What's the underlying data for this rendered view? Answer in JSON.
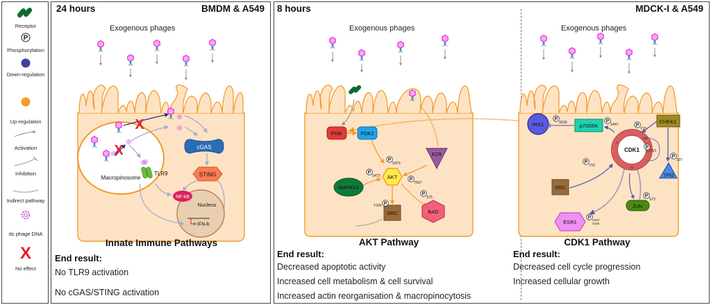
{
  "legend": {
    "items": [
      {
        "icon": "receptor-icon",
        "label": "Receptor"
      },
      {
        "icon": "phosphorylation-icon",
        "label": "Phosphorylation",
        "glyph": "P"
      },
      {
        "icon": "down-regulation-icon",
        "label": "Down-regulation",
        "color": "#3f3fa0"
      },
      {
        "icon": "up-regulation-icon",
        "label": "Up-regulation",
        "color": "#f39a2b"
      },
      {
        "icon": "activation-arrow-icon",
        "label": "Activation"
      },
      {
        "icon": "inhibition-icon",
        "label": "Inhibition"
      },
      {
        "icon": "indirect-pathway-icon",
        "label": "Indirect pathway"
      },
      {
        "icon": "phage-dna-icon",
        "label": "ds phage DNA"
      },
      {
        "icon": "no-effect-icon",
        "label": "No effect",
        "glyph": "X",
        "color": "#e0202a"
      }
    ]
  },
  "panel_a": {
    "time": "24 hours",
    "cells": "BMDM & A549",
    "subtitle": "Exogenous phages",
    "nodes": {
      "macropinosome": "Macropinosome",
      "tlr9": "TLR9",
      "cgas": "cGAS",
      "sting": "STING",
      "nfkb": "NF-kB",
      "nucleus": "Nucleus",
      "ifnb": "IFN-b"
    },
    "pathway_name": "Innate Immune Pathways",
    "end_result_label": "End result:",
    "results": [
      "No TLR9 activation",
      "No cGAS/STING activation"
    ]
  },
  "panel_b": {
    "time": "8 hours",
    "cells": "MDCK-I & A549",
    "akt": {
      "subtitle": "Exogenous phages",
      "nodes": {
        "pi3k": "PI3K",
        "pdk1": "PDK1",
        "akt": "AKT",
        "ezr": "EZR",
        "mapk14": "MAPK14",
        "src": "SRC",
        "bad": "BAD"
      },
      "sites": {
        "pdk1_akt": "S473",
        "mapk14_akt": "S473",
        "ezr_akt": "T567",
        "bad": "S75",
        "src": "Y326"
      },
      "pathway_name": "AKT Pathway",
      "end_result_label": "End result:",
      "results": [
        "Decreased apoptotic activity",
        "Increased cell metabolism & cell survival",
        "Increased actin reorganisation & macropinocytosis"
      ]
    },
    "cdk1": {
      "subtitle": "Exogenous phages",
      "nodes": {
        "irs1": "IRS1",
        "p70s6k": "p70S6K",
        "chek1": "CHEK1",
        "cdk1": "CDK1",
        "src": "SRC",
        "tp53": "TP53",
        "esr1": "ESR1",
        "jun": "JUN"
      },
      "phases": [
        "G2",
        "M",
        "G1",
        "S"
      ],
      "sites": {
        "irs1": "S639",
        "p70s6k": "S447",
        "chek1_cdk1": "Y15",
        "self": "Y15",
        "src_cdk1": "Y15",
        "tp53": "S37",
        "jun": "S73",
        "esr1_a": "S167",
        "esr1_b": "S104"
      },
      "pathway_name": "CDK1 Pathway",
      "end_result_label": "End result:",
      "results": [
        "Decreased cell cycle progression",
        "Increased cellular growth"
      ]
    }
  }
}
